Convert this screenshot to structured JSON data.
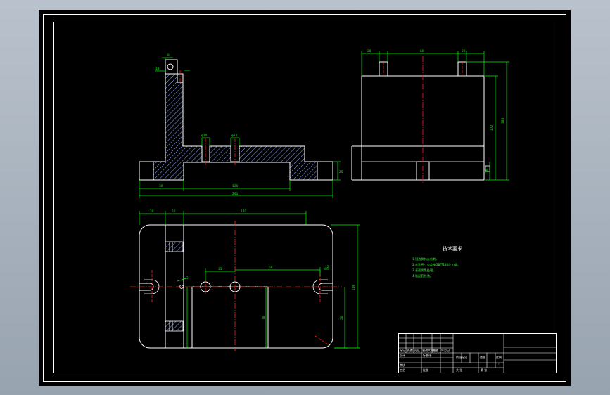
{
  "colors": {
    "background": "#000000",
    "frame": "#ffffff",
    "outline": "#ffffff",
    "dimension": "#00ff00",
    "centerline": "#ff2020",
    "hatch": "#8fa9ff",
    "notes": "#33ff33"
  },
  "drawing": {
    "tech_notes": {
      "title": "技术要求",
      "items": [
        "1.锐边倒钝去毛刺。",
        "2.未注尺寸公差按GB/T1804-m级。",
        "3.表面发黑处理。",
        "4.装配后检验。"
      ]
    },
    "dims": {
      "d1": "8",
      "d2": "18",
      "d3": "φ10",
      "d4": "φ10",
      "d5": "20",
      "d6": "30",
      "d7": "120",
      "d8": "200",
      "d9": "20",
      "d10": "60",
      "d11": "20",
      "d12": "172",
      "d13": "188",
      "d14": "30",
      "d15": "20",
      "d16": "20",
      "d17": "140",
      "d18": "2",
      "d19": "35",
      "d20": "60",
      "d21": "12",
      "d22": "100",
      "d23": "70",
      "d24": "50"
    },
    "title_block": {
      "r1": "标记",
      "r2": "处数",
      "r3": "分区",
      "r4": "更改文件号",
      "r5": "签名",
      "r6": "年月日",
      "r7": "设计",
      "r8": "标准化",
      "r9": "阶段标记",
      "r10": "重量",
      "r11": "比例",
      "r12": "审核",
      "r13": "工艺",
      "r14": "批准",
      "r15": "共 张",
      "r16": "第 张",
      "scale": "1:1"
    }
  }
}
